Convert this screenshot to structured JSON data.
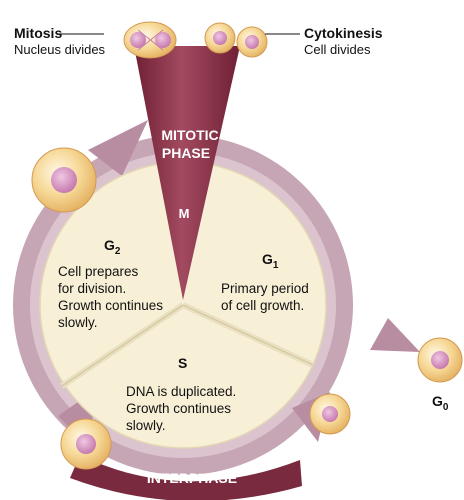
{
  "labels": {
    "mitosis": {
      "title": "Mitosis",
      "desc": "Nucleus divides"
    },
    "cytokinesis": {
      "title": "Cytokinesis",
      "desc": "Cell divides"
    },
    "mitotic_phase": {
      "line1": "MITOTIC",
      "line2": "PHASE",
      "letter": "M"
    },
    "g2": {
      "letter": "G",
      "sub": "2",
      "lines": [
        "Cell prepares",
        "for division.",
        "Growth continues",
        "slowly."
      ]
    },
    "g1": {
      "letter": "G",
      "sub": "1",
      "lines": [
        "Primary period",
        "of cell growth."
      ]
    },
    "s": {
      "letter": "S",
      "lines": [
        "DNA is duplicated.",
        "Growth continues",
        "slowly."
      ]
    },
    "g0": {
      "letter": "G",
      "sub": "0"
    },
    "interphase": "INTERPHASE"
  },
  "colors": {
    "ring": "#c4a2b2",
    "ring_dark": "#a37c8e",
    "pie_fill": "#f7f0d7",
    "mitotic_wedge": "#8a2f45",
    "mitotic_wedge_light": "#b7657a",
    "interphase_band": "#7a2a3f",
    "cell": "#f2cf86",
    "cell_edge": "#d7a85a",
    "nucleus": "#c984b5"
  }
}
